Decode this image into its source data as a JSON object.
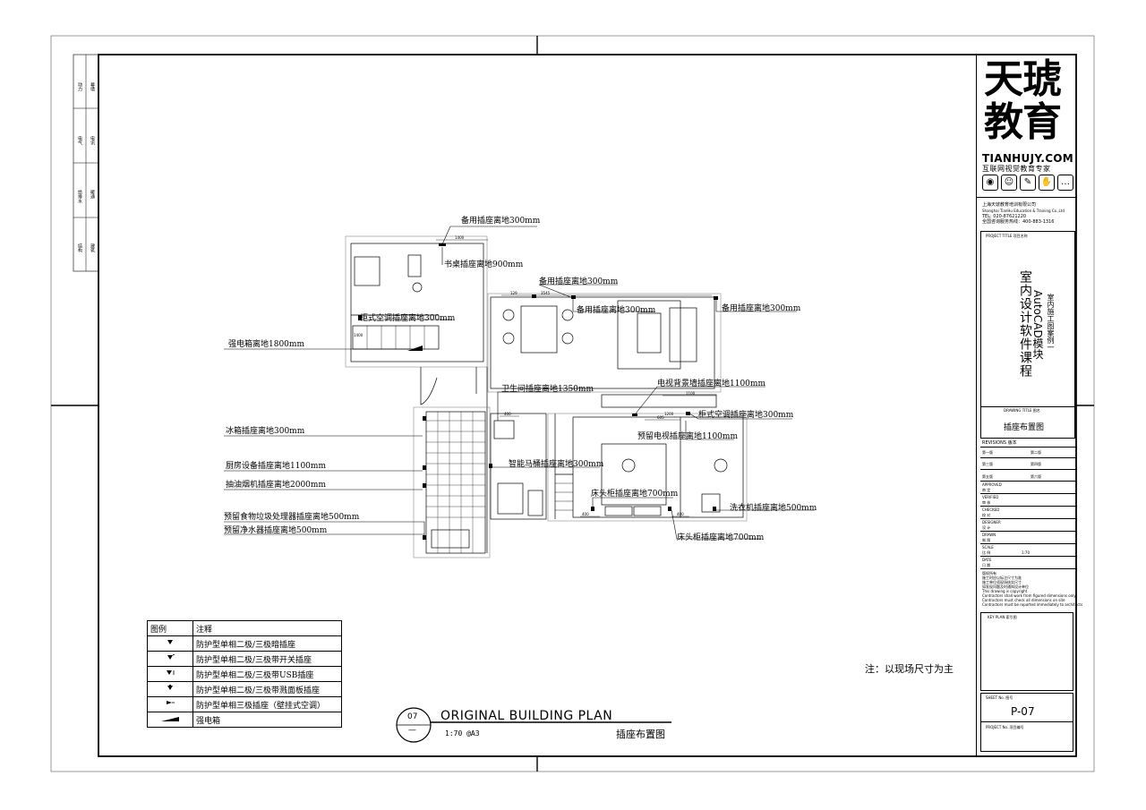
{
  "brand": {
    "logo_line1": "天琥",
    "logo_line2": "教育",
    "site": "TIANHUJY.COM",
    "slogan": "互联网视觉教育专家",
    "company_cn": "上海天琥教育培训有限公司",
    "company_en": "Shanghai TianHu Education & Training Co.,Ltd",
    "tel": "TEL: 020-87621220",
    "hotline": "全国咨询服务热线：400-883-1316"
  },
  "project": {
    "label": "PROJECT TITLE  项目名称",
    "title_main": "室内设计软件课程",
    "title_sub": "AutoCAD模块",
    "title_case": "室内施工图案例一"
  },
  "drawing": {
    "label": "DRAWING TITLE  图名",
    "name": "插座布置图"
  },
  "revisions": {
    "label": "REVISIONS  版本",
    "items": [
      "第一版",
      "第二版",
      "第三版",
      "第四版",
      "第五版",
      "第六版"
    ]
  },
  "roles": [
    {
      "en": "APPROVED",
      "cn": "审  定"
    },
    {
      "en": "VERIFIED",
      "cn": "审  核"
    },
    {
      "en": "CHECKED",
      "cn": "校  对"
    },
    {
      "en": "DESIGNER",
      "cn": "设  计"
    },
    {
      "en": "DRAWN",
      "cn": "制  图"
    },
    {
      "en": "SCALE",
      "cn": "比  例",
      "value": "1:70"
    },
    {
      "en": "DATE",
      "cn": "日  期"
    }
  ],
  "notes": {
    "title": "版权所有",
    "lines": [
      "施工时应以标注尺寸为准",
      "施工单位须现场核实尺寸",
      "如发现问题及时通知设计单位",
      "This drawing is copyright",
      "Contractors shall work from figured dimensions only",
      "Contractors must check all dimensions on site",
      "Contractors must be reported immediately to architects"
    ]
  },
  "key_plan": {
    "label": "KEY  PLAN  索引图"
  },
  "sheet": {
    "label": "SHEET No.  图号",
    "value": "P-07"
  },
  "project_no": {
    "label": "PROJECT No.  项目编号"
  },
  "side_strip": [
    "结构",
    "建筑",
    "给排水",
    "暖通",
    "电气",
    "电讯",
    "动力",
    "幕墙"
  ],
  "plan_title": {
    "number": "07",
    "dash": "—",
    "en": "ORIGINAL BUILDING PLAN",
    "scale": "1:70 @A3",
    "cn": "插座布置图"
  },
  "site_note": "注：以现场尺寸为主",
  "legend": {
    "headers": [
      "图例",
      "注释"
    ],
    "rows": [
      {
        "symbol": "socket-concealed-icon",
        "text": "防护型单相二极/三极暗插座"
      },
      {
        "symbol": "socket-switch-icon",
        "text": "防护型单相二极/三极带开关插座"
      },
      {
        "symbol": "socket-usb-icon",
        "text": "防护型单相二极/三极带USB插座"
      },
      {
        "symbol": "socket-splash-icon",
        "text": "防护型单相二极/三极带溅面板插座"
      },
      {
        "symbol": "socket-ac-icon",
        "text": "防护型单相三极插座（壁挂式空调）"
      },
      {
        "symbol": "distribution-box-icon",
        "text": "强电箱"
      }
    ]
  },
  "annotations": [
    "备用插座离地300mm",
    "书桌插座离地900mm",
    "备用插座离地300mm",
    "备用插座离地300mm",
    "备用插座离地300mm",
    "柜式空调插座离地300mm",
    "强电箱离地1800mm",
    "卫生间插座离地1350mm",
    "电视背景墙插座离地1100mm",
    "柜式空调插座离地300mm",
    "预留电视插座离地1100mm",
    "冰箱插座离地300mm",
    "智能马桶插座离地300mm",
    "厨房设备插座离地1100mm",
    "抽油烟机插座离地2000mm",
    "床头柜插座离地700mm",
    "洗衣机插座离地500mm",
    "预留食物垃圾处理器插座离地500mm",
    "预留净水器插座离地500mm",
    "床头柜插座离地700mm"
  ],
  "dimensions": [
    "1400",
    "129",
    "3545",
    "1100",
    "1400",
    "1200",
    "400",
    "605",
    "400",
    "400"
  ]
}
